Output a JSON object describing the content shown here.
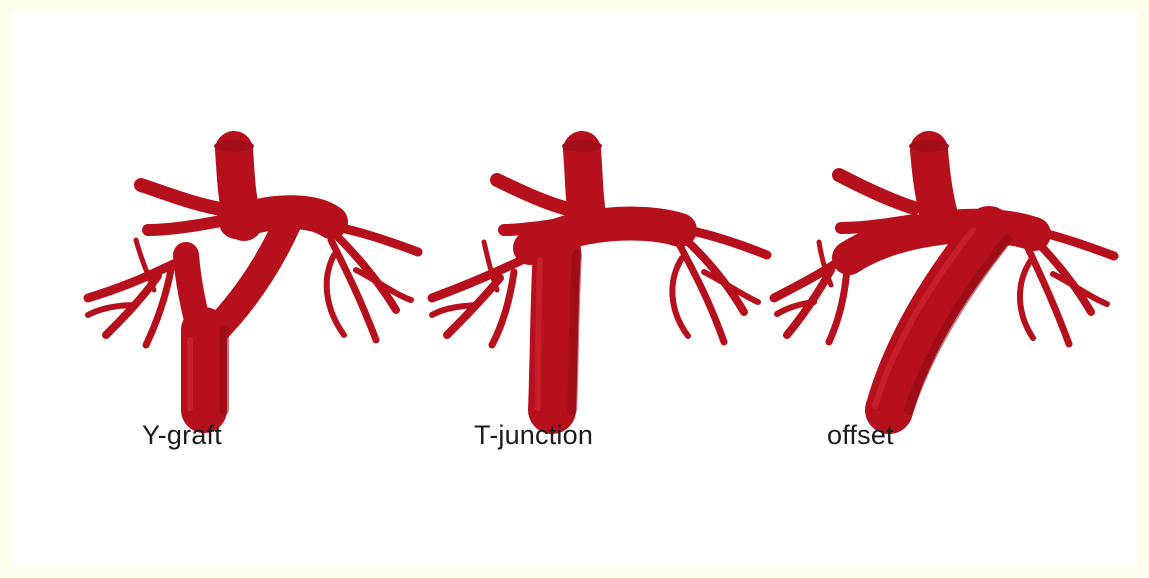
{
  "figure": {
    "panels": [
      {
        "label": "Y-graft",
        "variant": "y"
      },
      {
        "label": "T-junction",
        "variant": "t"
      },
      {
        "label": "offset",
        "variant": "offset"
      }
    ],
    "colors": {
      "vessel": "#b7101d",
      "vessel_shadow": "#8f0a15",
      "page_border": "#fdfbea",
      "background": "#ffffff"
    }
  }
}
